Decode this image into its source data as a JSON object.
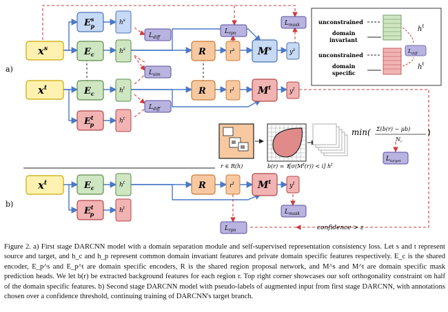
{
  "colors": {
    "input_fill": "#fff2b0",
    "input_stroke": "#c9a800",
    "enc_fill": "#cfe6c2",
    "enc_stroke": "#5b8a4a",
    "src_fill": "#c6d9f5",
    "src_stroke": "#4a72b0",
    "tgt_fill": "#f2b3b3",
    "tgt_stroke": "#b04747",
    "rpn_fill": "#f8c9a0",
    "rpn_stroke": "#c87a3a",
    "loss_fill": "#b9b3e0",
    "loss_stroke": "#5a4fa0",
    "arrow_blue": "#4a78c8",
    "dash_red": "#d23a3a"
  },
  "figure": {
    "panel_a": "a)",
    "panel_b": "b)",
    "inputs": {
      "xs": "x",
      "xs_sup": "s",
      "xt": "x",
      "xt_sup": "t"
    },
    "encoders": {
      "Eps": "E",
      "Eps_sub": "p",
      "Eps_sup": "s",
      "Ec": "E",
      "Ec_sub": "c",
      "Ept": "E",
      "Ept_sub": "p",
      "Ept_sup": "t"
    },
    "features": {
      "hps": "h",
      "hps_sub": "p",
      "hps_sup": "s",
      "hcs": "h",
      "hcs_sub": "c",
      "hcs_sup": "s",
      "hct": "h",
      "hct_sub": "c",
      "hct_sup": "t",
      "hpt": "h",
      "hpt_sub": "p",
      "hpt_sup": "t"
    },
    "R": "R",
    "rois": {
      "rs": "r",
      "rs_sup": "s",
      "rt": "r",
      "rt_sup": "t"
    },
    "mask_heads": {
      "Ms": "M",
      "Ms_sup": "s",
      "Mt": "M",
      "Mt_sup": "t"
    },
    "outputs": {
      "ys": "y",
      "ys_sup": "s",
      "yt": "y",
      "yt_sup": "t"
    },
    "losses": {
      "L": "L",
      "diff": "diff",
      "sim": "sim",
      "rpn": "rpn",
      "mask": "mask",
      "target": "target"
    },
    "legend": {
      "unconstrained": "unconstrained",
      "domain_invariant": [
        "domain",
        "invariant"
      ],
      "domain_specific": [
        "domain",
        "specific"
      ],
      "hc": "h",
      "hc_sub": "c",
      "hc_sup": "t",
      "hp": "h",
      "hp_sub": "p",
      "hp_sup": "t"
    },
    "roi_label": "r ∈ R(h",
    "roi_label_end": ")",
    "br_formula": "b(r) = 𝟏[σ(M",
    "br_formula_end": "(r)) < i] h",
    "min_formula": "min(",
    "min_num": "Σ(b(r) − μb)",
    "min_den": "N",
    "confidence": "confidence > z"
  },
  "caption": {
    "text": "Figure 2. a) First stage DARCNN model with a domain separation module and self-supervised representation consistency loss. Let s and t represent source and target, and h_c and h_p represent common domain invariant features and private domain specific features respectively. E_c is the shared encoder, E_p^s and E_p^t are domain specific encoders, R is the shared region proposal network, and M^s and M^t are domain specific mask prediction heads. We let b(r) be extracted background features for each region r. Top right corner showcases our soft orthogonality constraint on half of the domain specific features. b) Second stage DARCNN model with pseudo-labels of augmented input from first stage DARCNN, with annotations chosen over a confidence threshold, continuing training of DARCNN's target branch."
  }
}
